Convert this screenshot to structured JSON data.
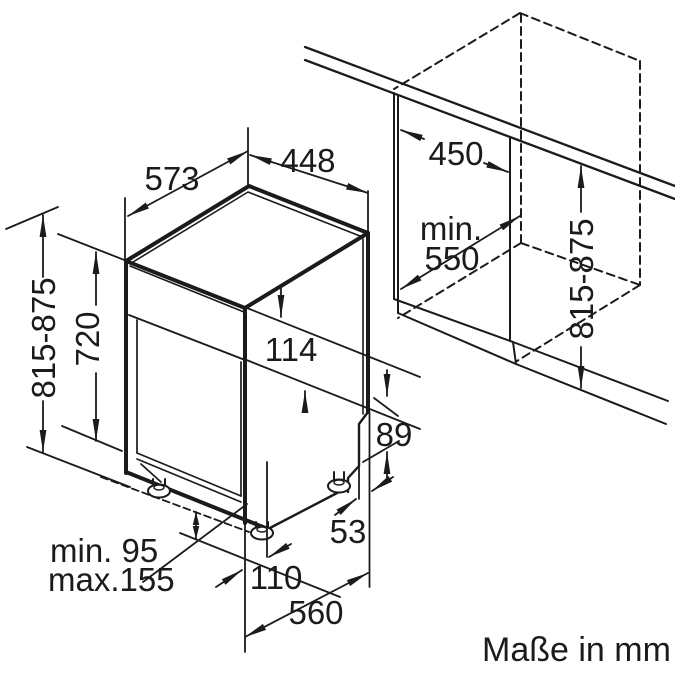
{
  "diagram": {
    "title_note": "Maße in mm",
    "labels": {
      "depth_top": "573",
      "width_top": "448",
      "niche_width": "450",
      "niche_depth_prefix": "min.",
      "niche_depth_value": "550",
      "niche_height": "815-875",
      "appliance_height": "815-875",
      "door_height": "720",
      "control_panel_height": "114",
      "rear_recess_height": "89",
      "rear_recess_depth": "53",
      "plinth_min": "min. 95",
      "plinth_max": "max.155",
      "foot_offset": "110",
      "base_depth": "560"
    },
    "colors": {
      "line": "#1b1b1b",
      "background": "#ffffff"
    }
  }
}
